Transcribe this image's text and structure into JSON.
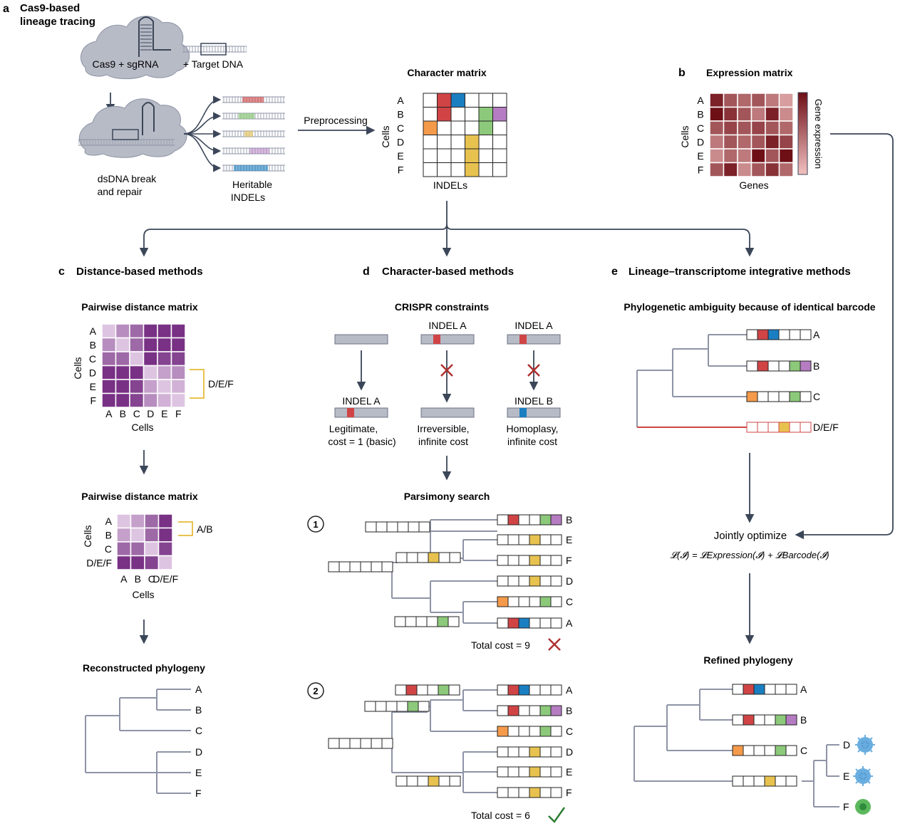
{
  "colors": {
    "red": "#d04445",
    "blue": "#1a7fc1",
    "green": "#8cc97a",
    "orange": "#f59a4a",
    "yellow": "#e8c24f",
    "purple": "#b57cc2",
    "line": "#8e94a6",
    "arrow": "#3b4658",
    "cloud": "#b7bbc6",
    "check": "#2e7d32",
    "cross": "#b03030"
  },
  "panel_a": {
    "letter": "a",
    "title_line1": "Cas9-based",
    "title_line2": "lineage tracing",
    "cas9_label": "Cas9 + sgRNA",
    "target_label": "+ Target DNA",
    "break_line1": "dsDNA break",
    "break_line2": "and repair",
    "heritable_line1": "Heritable",
    "heritable_line2": "INDELs",
    "preprocessing": "Preprocessing",
    "matrix_title": "Character matrix",
    "matrix_ylabel": "Cells",
    "matrix_xlabel": "INDELs",
    "rows": [
      "A",
      "B",
      "C",
      "D",
      "E",
      "F"
    ],
    "matrix": [
      [
        "",
        "red",
        "blue",
        "",
        "",
        ""
      ],
      [
        "",
        "red",
        "",
        "",
        "green",
        "purple"
      ],
      [
        "orange",
        "",
        "",
        "",
        "green",
        ""
      ],
      [
        "",
        "",
        "",
        "yellow",
        "",
        ""
      ],
      [
        "",
        "",
        "",
        "yellow",
        "",
        ""
      ],
      [
        "",
        "",
        "",
        "yellow",
        "",
        ""
      ]
    ]
  },
  "panel_b": {
    "letter": "b",
    "title": "Expression matrix",
    "ylabel": "Cells",
    "xlabel": "Genes",
    "colorbar_label": "Gene expression",
    "rows": [
      "A",
      "B",
      "C",
      "D",
      "E",
      "F"
    ],
    "levels": [
      [
        0.9,
        0.6,
        0.5,
        0.6,
        0.4,
        0.2
      ],
      [
        1.0,
        0.8,
        0.6,
        0.4,
        0.9,
        0.3
      ],
      [
        0.6,
        0.7,
        0.6,
        0.7,
        0.6,
        0.5
      ],
      [
        0.4,
        0.6,
        0.5,
        0.6,
        0.9,
        0.7
      ],
      [
        0.3,
        0.5,
        0.4,
        1.0,
        0.6,
        1.0
      ],
      [
        0.6,
        0.9,
        0.3,
        0.6,
        0.8,
        0.5
      ]
    ]
  },
  "panel_c": {
    "letter": "c",
    "title": "Distance-based methods",
    "m1_title": "Pairwise distance matrix",
    "m1_rows": [
      "A",
      "B",
      "C",
      "D",
      "E",
      "F"
    ],
    "m1_ylabel": "Cells",
    "m1_xlabel": "Cells",
    "m1_bracket": "D/E/F",
    "m1_levels": [
      [
        0.1,
        0.4,
        0.6,
        0.9,
        0.9,
        0.9
      ],
      [
        0.4,
        0.1,
        0.6,
        0.9,
        0.9,
        0.9
      ],
      [
        0.6,
        0.6,
        0.1,
        0.9,
        0.8,
        0.8
      ],
      [
        0.9,
        0.9,
        0.9,
        0.1,
        0.3,
        0.4
      ],
      [
        0.9,
        0.9,
        0.8,
        0.3,
        0.1,
        0.2
      ],
      [
        0.9,
        0.9,
        0.8,
        0.4,
        0.2,
        0.1
      ]
    ],
    "m2_title": "Pairwise distance matrix",
    "m2_rows": [
      "A",
      "B",
      "C",
      "D/E/F"
    ],
    "m2_ylabel": "Cells",
    "m2_xlabel": "Cells",
    "m2_bracket": "A/B",
    "m2_levels": [
      [
        0.1,
        0.3,
        0.6,
        0.9
      ],
      [
        0.3,
        0.1,
        0.6,
        0.9
      ],
      [
        0.6,
        0.6,
        0.1,
        0.8
      ],
      [
        0.9,
        0.9,
        0.8,
        0.1
      ]
    ],
    "tree_title": "Reconstructed phylogeny",
    "leaves": [
      "A",
      "B",
      "C",
      "D",
      "E",
      "F"
    ]
  },
  "panel_d": {
    "letter": "d",
    "title": "Character-based methods",
    "constraints_title": "CRISPR constraints",
    "indel_a": "INDEL A",
    "indel_b": "INDEL B",
    "legit_line1": "Legitimate,",
    "legit_line2": "cost = 1 (basic)",
    "irrev_line1": "Irreversible,",
    "irrev_line2": "infinite cost",
    "homo_line1": "Homoplasy,",
    "homo_line2": "infinite cost",
    "parsimony_title": "Parsimony search",
    "tree1_num": "1",
    "tree1_leaves": [
      "B",
      "E",
      "F",
      "D",
      "C",
      "A"
    ],
    "tree1_cost": "Total cost = 9",
    "tree2_num": "2",
    "tree2_leaves": [
      "A",
      "B",
      "C",
      "D",
      "E",
      "F"
    ],
    "tree2_cost": "Total cost = 6"
  },
  "panel_e": {
    "letter": "e",
    "title": "Lineage–transcriptome integrative methods",
    "ambiguity_title": "Phylogenetic ambiguity because of identical barcode",
    "leaves1": [
      "A",
      "B",
      "C",
      "D/E/F"
    ],
    "jointly": "Jointly optimize",
    "equation": "𝓛(𝓘) = 𝓛Expression(𝓘) + 𝓛Barcode(𝓘)",
    "refined_title": "Refined phylogeny",
    "leaves2": [
      "A",
      "B",
      "C"
    ],
    "leaves3": [
      "D",
      "E",
      "F"
    ]
  }
}
